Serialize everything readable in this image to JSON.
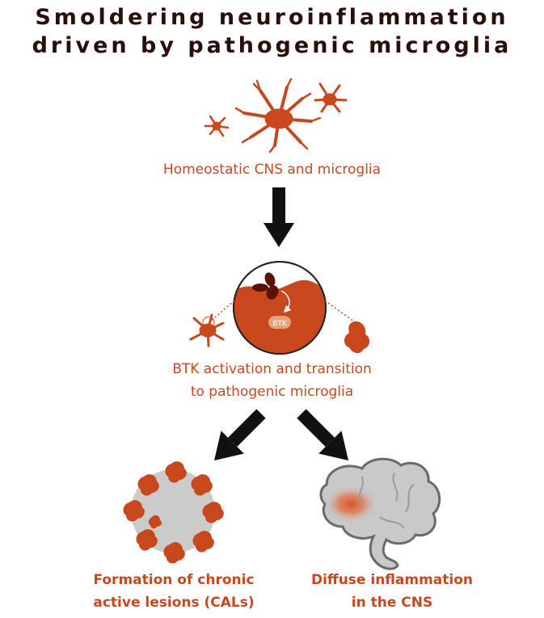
{
  "title": {
    "line1": "Smoldering neuroinflammation",
    "line2": "driven by pathogenic microglia"
  },
  "steps": {
    "homeostatic": "Homeostatic CNS and microglia",
    "activation_line1": "BTK activation and transition",
    "activation_line2": "to pathogenic microglia",
    "btk_label": "BTK"
  },
  "outcomes": {
    "cal_line1": "Formation of chronic",
    "cal_line2": "active lesions (CALs)",
    "diffuse_line1": "Diffuse inflammation",
    "diffuse_line2": "in the CNS"
  },
  "colors": {
    "title": "#2b0e0a",
    "accent": "#c8481e",
    "dark_red": "#5a1208",
    "gray": "#c9c9c9",
    "arrow": "#111111"
  }
}
